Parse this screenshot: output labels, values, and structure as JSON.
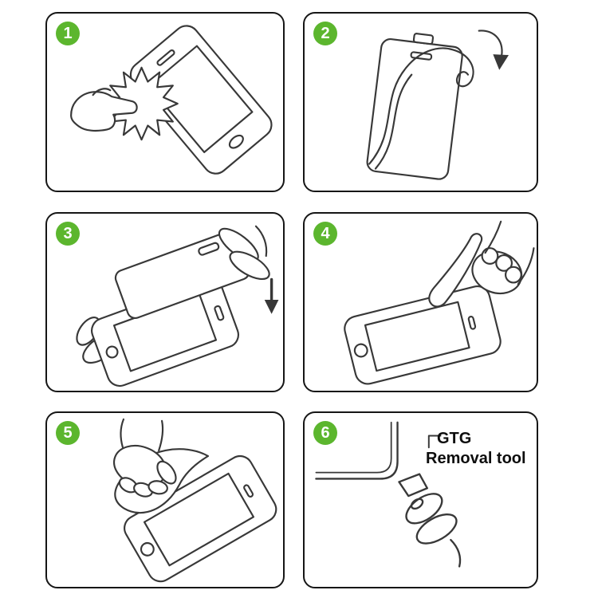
{
  "colors": {
    "badge_green": "#5cb62e",
    "line_art": "#383838",
    "panel_border": "#161616",
    "background": "#ffffff"
  },
  "steps": [
    {
      "number": "1",
      "illustration": "clean-screen-with-cloth"
    },
    {
      "number": "2",
      "illustration": "peel-protective-film"
    },
    {
      "number": "3",
      "illustration": "align-and-lower-protector"
    },
    {
      "number": "4",
      "illustration": "press-center-of-screen"
    },
    {
      "number": "5",
      "illustration": "smooth-out-with-card"
    },
    {
      "number": "6",
      "illustration": "gtg-removal-tool"
    }
  ],
  "panel6": {
    "label_line1": "GTG",
    "label_line2": "Removal tool"
  }
}
